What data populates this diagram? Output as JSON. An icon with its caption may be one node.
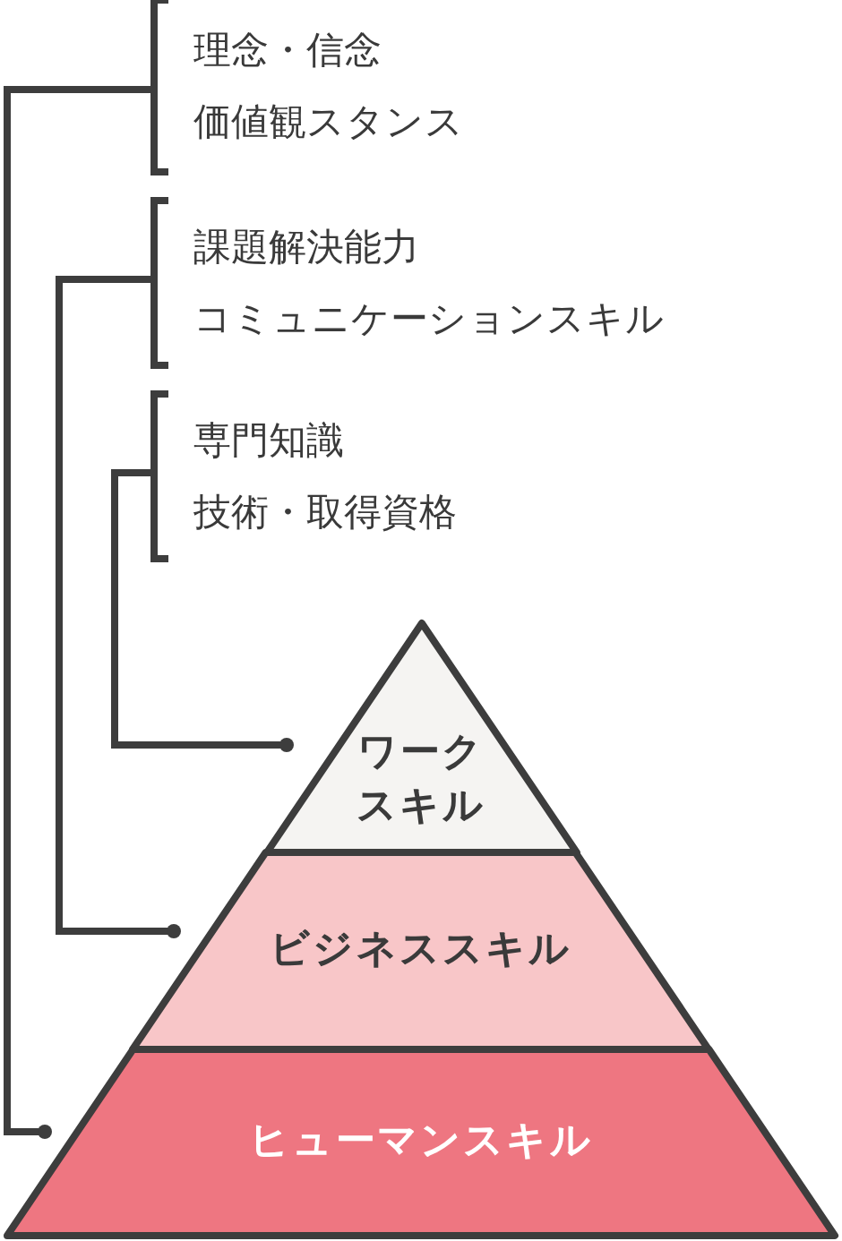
{
  "diagram": {
    "nodes": [
      {
        "text": [
          "理念・信念",
          "価値観スタンス"
        ]
      },
      {
        "text": [
          "課題解決能力",
          "コミュニケーションスキル"
        ]
      },
      {
        "text": [
          "専門知識",
          "技術・取得資格"
        ]
      },
      {
        "text": [
          "ワークスキル"
        ]
      },
      {
        "text": [
          "ビジネススキル"
        ]
      },
      {
        "text": [
          "ヒューマンスキル"
        ]
      }
    ],
    "edges": [
      {
        "from": 0,
        "to": 5,
        "arrow": "other"
      },
      {
        "from": 1,
        "to": 4,
        "arrow": "other"
      },
      {
        "from": 2,
        "to": 3,
        "arrow": "other"
      }
    ]
  }
}
